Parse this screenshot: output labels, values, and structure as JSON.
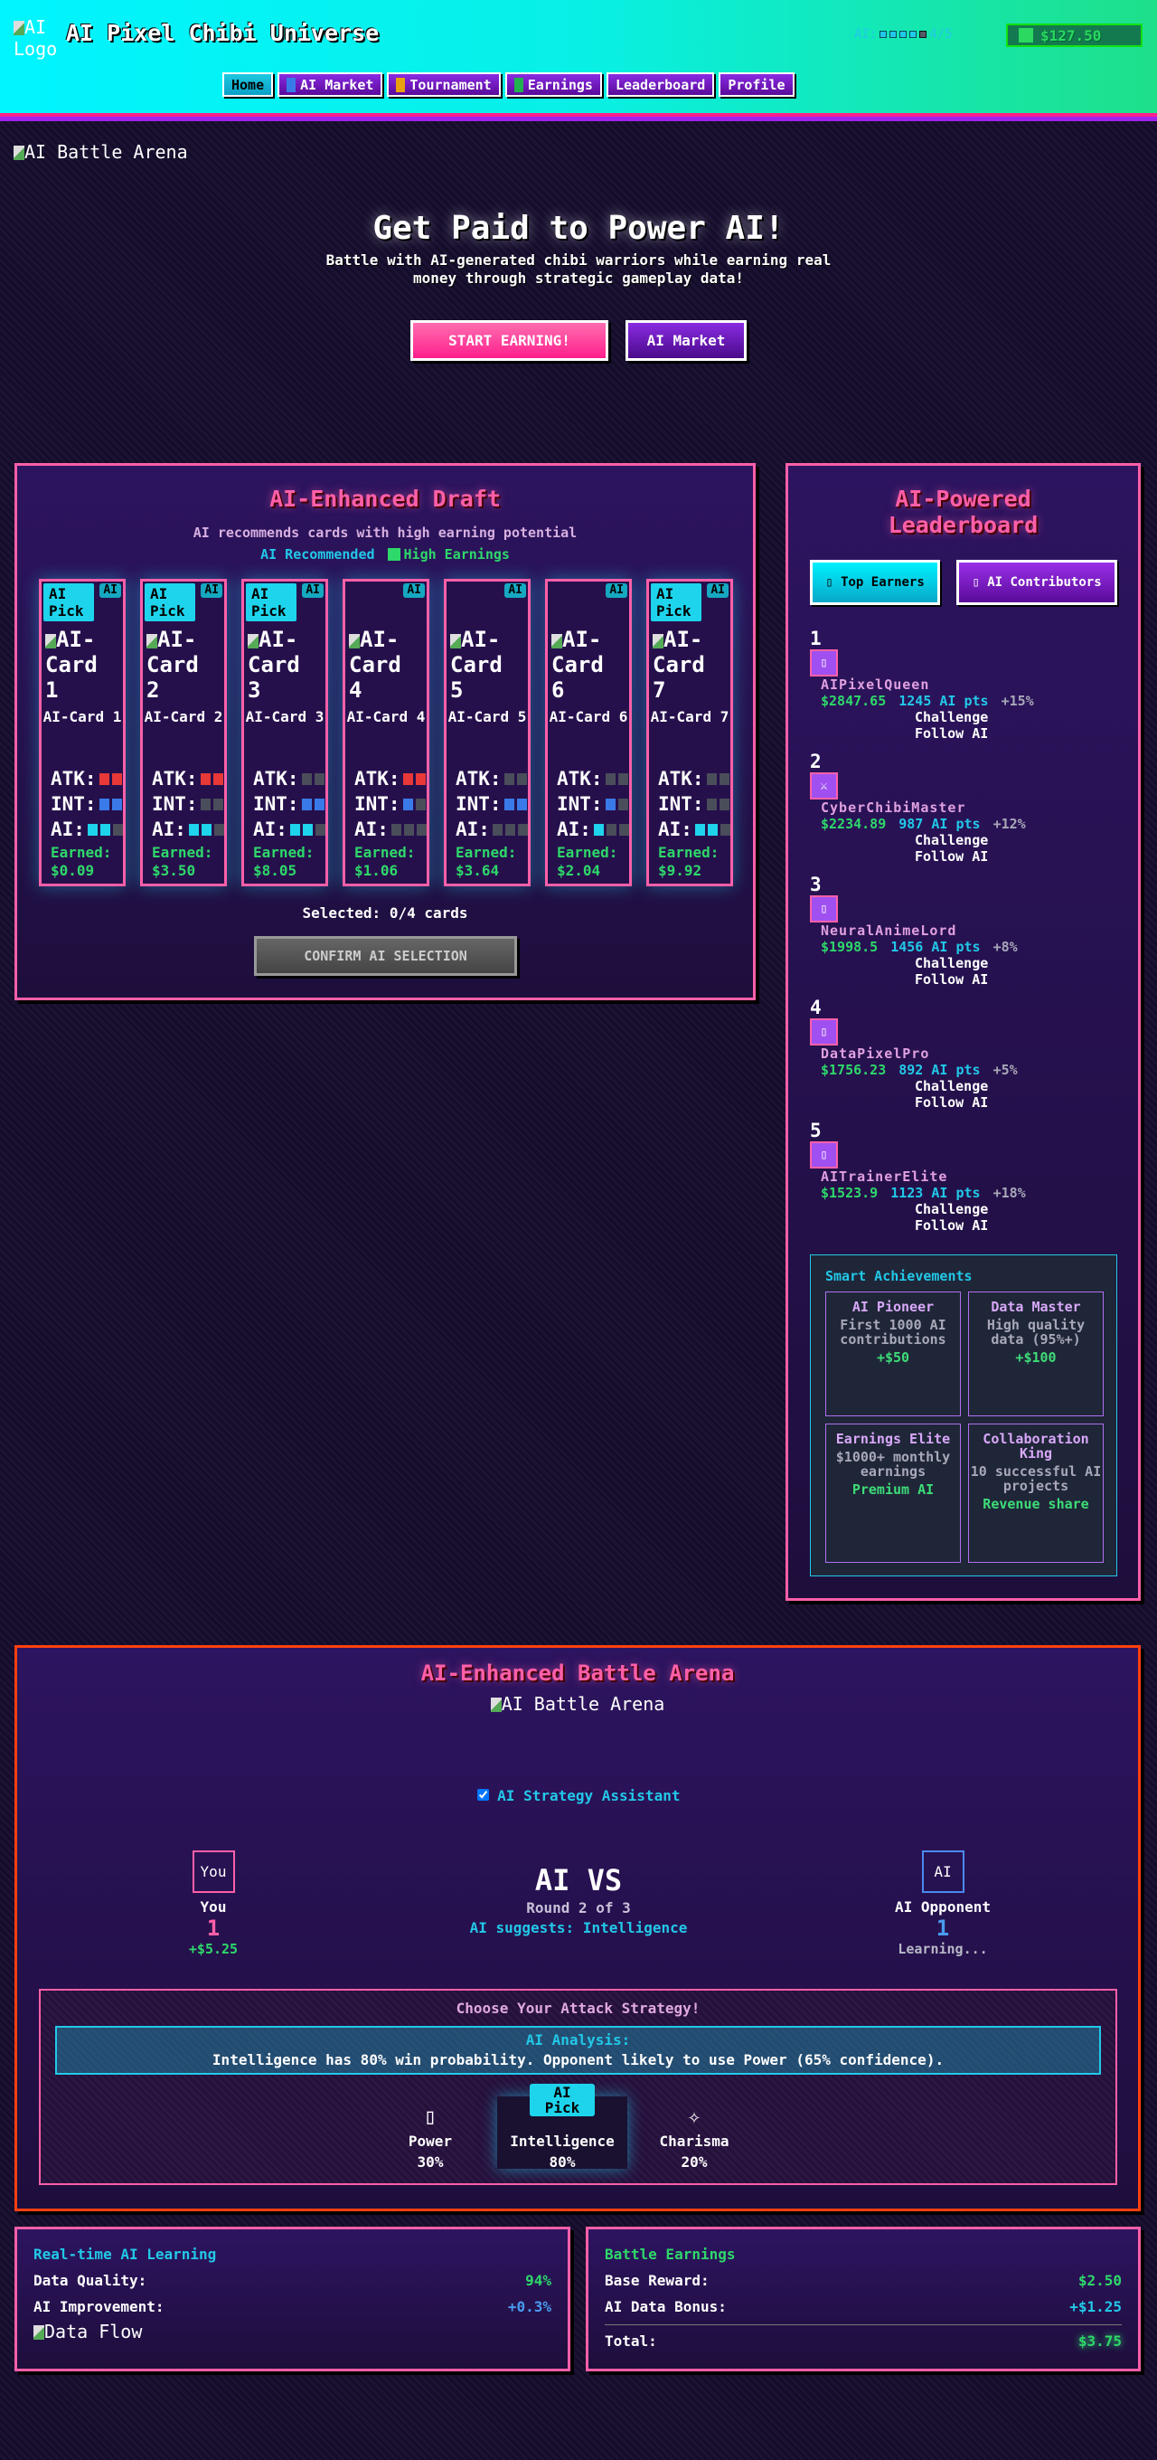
{
  "header": {
    "logo_alt": "AI Logo",
    "title": "AI Pixel Chibi Universe",
    "ai_meter": {
      "label": "AI:",
      "level": 4,
      "max": 5,
      "text": "4/5"
    },
    "wallet": {
      "icon": "wallet-icon",
      "amount": "$127.50"
    },
    "nav": [
      {
        "label": "Home",
        "icon": null,
        "active": true
      },
      {
        "label": "AI Market",
        "icon": "robot-icon",
        "color": "#3a7ae8"
      },
      {
        "label": "Tournament",
        "icon": "trophy-icon",
        "color": "#e8a010"
      },
      {
        "label": "Earnings",
        "icon": "money-icon",
        "color": "#20b050"
      },
      {
        "label": "Leaderboard",
        "icon": null
      },
      {
        "label": "Profile",
        "icon": null
      }
    ]
  },
  "banner_alt": "AI Battle Arena",
  "hero": {
    "title": "Get Paid to Power AI!",
    "subtitle": "Battle with AI-generated chibi warriors while earning real money through strategic gameplay data!",
    "start_button": "START EARNING!",
    "market_button": "AI Market"
  },
  "draft": {
    "title": "AI-Enhanced Draft",
    "subtitle": "AI recommends cards with high earning potential",
    "legend": [
      {
        "label": "AI Recommended",
        "color": "#22c8e8"
      },
      {
        "label": "High Earnings",
        "color": "#2ed86a"
      }
    ],
    "pick_badge": "AI Pick",
    "ai_badge": "AI",
    "earned_label": "Earned:",
    "stat_labels": {
      "atk": "ATK:",
      "int": "INT:",
      "ai": "AI:"
    },
    "cards": [
      {
        "alt": "AI-Card 1",
        "name": "AI-Card 1",
        "pick": true,
        "atk": 2,
        "int": 2,
        "ai": 2,
        "earned": "$0.09"
      },
      {
        "alt": "AI-Card 2",
        "name": "AI-Card 2",
        "pick": true,
        "atk": 2,
        "int": 0,
        "ai": 2,
        "earned": "$3.50"
      },
      {
        "alt": "AI-Card 3",
        "name": "AI-Card 3",
        "pick": true,
        "atk": 0,
        "int": 2,
        "ai": 2,
        "earned": "$8.05"
      },
      {
        "alt": "AI-Card 4",
        "name": "AI-Card 4",
        "pick": false,
        "atk": 2,
        "int": 1,
        "ai": 0,
        "earned": "$1.06"
      },
      {
        "alt": "AI-Card 5",
        "name": "AI-Card 5",
        "pick": false,
        "atk": 0,
        "int": 2,
        "ai": 0,
        "earned": "$3.64"
      },
      {
        "alt": "AI-Card 6",
        "name": "AI-Card 6",
        "pick": false,
        "atk": 0,
        "int": 1,
        "ai": 1,
        "earned": "$2.04"
      },
      {
        "alt": "AI-Card 7",
        "name": "AI-Card 7",
        "pick": true,
        "atk": 0,
        "int": 0,
        "ai": 2,
        "earned": "$9.92"
      }
    ],
    "selected": "Selected: 0/4 cards",
    "confirm": "CONFIRM AI SELECTION"
  },
  "leaderboard": {
    "title": "AI-Powered Leaderboard",
    "tabs": [
      {
        "label": "Top Earners",
        "icon": "money-icon",
        "active": true
      },
      {
        "label": "AI Contributors",
        "icon": "robot-icon"
      }
    ],
    "challenge": "Challenge",
    "follow": "Follow AI",
    "entries": [
      {
        "rank": "1",
        "avatar": "crown-icon",
        "name": "AIPixelQueen",
        "earnings": "$2847.65",
        "points": "1245 AI pts",
        "growth": "+15%"
      },
      {
        "rank": "2",
        "avatar": "swords-icon",
        "name": "CyberChibiMaster",
        "earnings": "$2234.89",
        "points": "987 AI pts",
        "growth": "+12%"
      },
      {
        "rank": "3",
        "avatar": "brain-icon",
        "name": "NeuralAnimeLord",
        "earnings": "$1998.5",
        "points": "1456 AI pts",
        "growth": "+8%"
      },
      {
        "rank": "4",
        "avatar": "chart-icon",
        "name": "DataPixelPro",
        "earnings": "$1756.23",
        "points": "892 AI pts",
        "growth": "+5%"
      },
      {
        "rank": "5",
        "avatar": "star-icon",
        "name": "AITrainerElite",
        "earnings": "$1523.9",
        "points": "1123 AI pts",
        "growth": "+18%"
      }
    ],
    "achievements": {
      "title": "Smart Achievements",
      "items": [
        {
          "title": "AI Pioneer",
          "desc": "First 1000 AI contributions",
          "reward": "+$50"
        },
        {
          "title": "Data Master",
          "desc": "High quality data (95%+)",
          "reward": "+$100"
        },
        {
          "title": "Earnings Elite",
          "desc": "$1000+ monthly earnings",
          "reward": "Premium AI"
        },
        {
          "title": "Collaboration King",
          "desc": "10 successful AI projects",
          "reward": "Revenue share"
        }
      ]
    }
  },
  "battle": {
    "title": "AI-Enhanced Battle Arena",
    "arena_alt": "AI Battle Arena",
    "assistant_label": "AI Strategy Assistant",
    "assistant_checked": true,
    "player": {
      "avatar_alt": "You",
      "name": "You",
      "score": "1",
      "earnings": "+$5.25"
    },
    "vs": "AI VS",
    "round": "Round 2 of 3",
    "suggestion": "AI suggests: Intelligence",
    "opponent": {
      "avatar_alt": "AI",
      "name": "AI Opponent",
      "score": "1",
      "status": "Learning..."
    },
    "strategy": {
      "title": "Choose Your Attack Strategy!",
      "analysis_title": "AI Analysis:",
      "analysis": "Intelligence has 80% win probability. Opponent likely to use Power (65% confidence).",
      "pick_badge": "AI Pick",
      "options": [
        {
          "icon": "fist-icon",
          "label": "Power",
          "pct": "30%"
        },
        {
          "icon": "brain-icon",
          "label": "Intelligence",
          "pct": "80%",
          "recommended": true
        },
        {
          "icon": "sparkle-icon",
          "label": "Charisma",
          "pct": "20%"
        }
      ]
    }
  },
  "learning": {
    "title": "Real-time AI Learning",
    "rows": [
      {
        "label": "Data Quality:",
        "value": "94%"
      },
      {
        "label": "AI Improvement:",
        "value": "+0.3%"
      }
    ],
    "flow_alt": "Data Flow"
  },
  "earnings": {
    "title": "Battle Earnings",
    "rows": [
      {
        "label": "Base Reward:",
        "value": "$2.50"
      },
      {
        "label": "AI Data Bonus:",
        "value": "+$1.25"
      }
    ],
    "total_label": "Total:",
    "total": "$3.75"
  }
}
